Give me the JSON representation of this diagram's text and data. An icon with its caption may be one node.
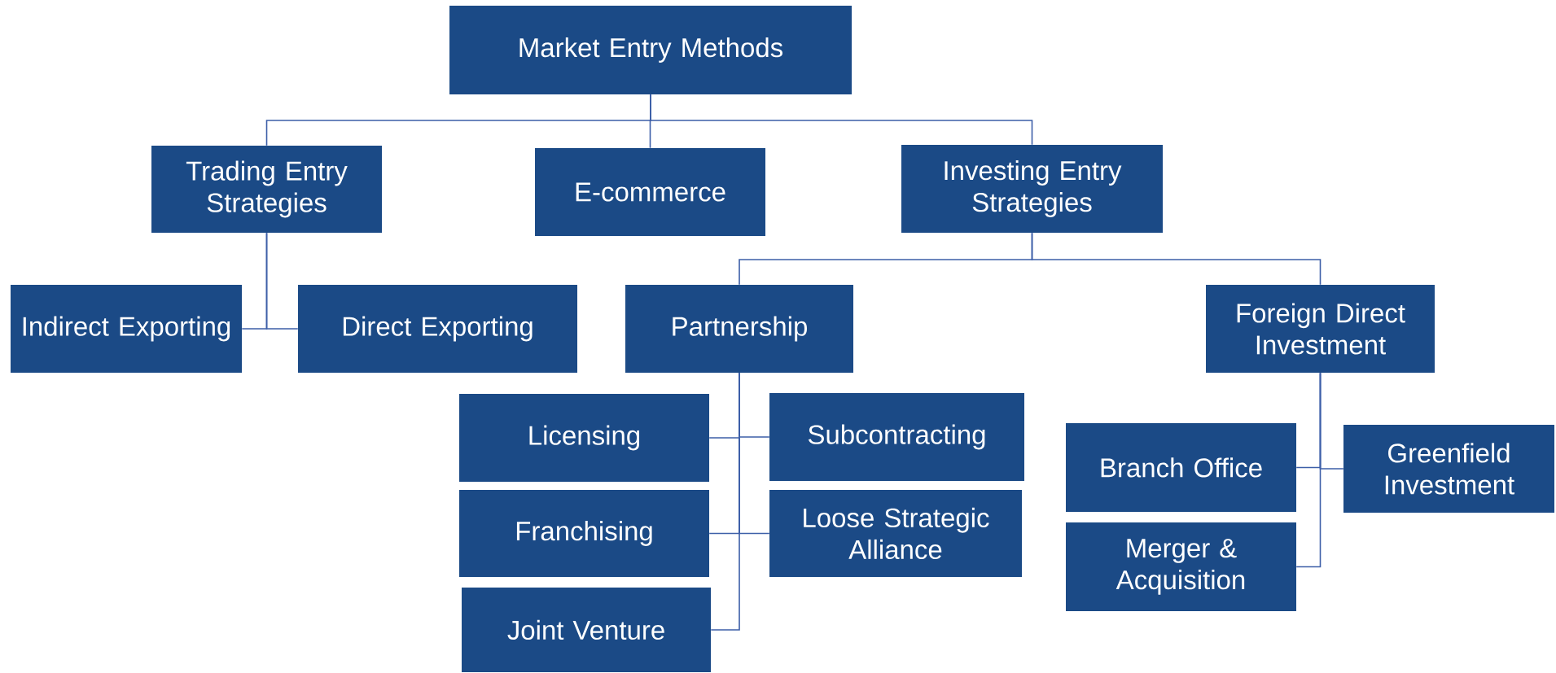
{
  "diagram": {
    "nodes": [
      {
        "text": [
          "Market Entry Methods"
        ]
      },
      {
        "text": [
          "Trading Entry Strategies"
        ]
      },
      {
        "text": [
          "E-commerce"
        ]
      },
      {
        "text": [
          "Investing Entry Strategies"
        ]
      },
      {
        "text": [
          "Indirect Exporting"
        ]
      },
      {
        "text": [
          "Direct Exporting"
        ]
      },
      {
        "text": [
          "Partnership"
        ]
      },
      {
        "text": [
          "Foreign Direct Investment"
        ]
      },
      {
        "text": [
          "Licensing"
        ]
      },
      {
        "text": [
          "Subcontracting"
        ]
      },
      {
        "text": [
          "Franchising"
        ]
      },
      {
        "text": [
          "Loose Strategic Alliance"
        ]
      },
      {
        "text": [
          "Joint Venture"
        ]
      },
      {
        "text": [
          "Branch Office"
        ]
      },
      {
        "text": [
          "Greenfield Investment"
        ]
      },
      {
        "text": [
          "Merger & Acquisition"
        ]
      }
    ],
    "edges": [
      {
        "from": 0,
        "to": 1,
        "arrow": "none"
      },
      {
        "from": 0,
        "to": 2,
        "arrow": "none"
      },
      {
        "from": 0,
        "to": 3,
        "arrow": "none"
      },
      {
        "from": 1,
        "to": 4,
        "arrow": "none"
      },
      {
        "from": 1,
        "to": 5,
        "arrow": "none"
      },
      {
        "from": 3,
        "to": 6,
        "arrow": "none"
      },
      {
        "from": 3,
        "to": 7,
        "arrow": "none"
      },
      {
        "from": 6,
        "to": 8,
        "arrow": "none"
      },
      {
        "from": 6,
        "to": 9,
        "arrow": "none"
      },
      {
        "from": 6,
        "to": 10,
        "arrow": "none"
      },
      {
        "from": 6,
        "to": 11,
        "arrow": "none"
      },
      {
        "from": 6,
        "to": 12,
        "arrow": "none"
      },
      {
        "from": 7,
        "to": 13,
        "arrow": "none"
      },
      {
        "from": 7,
        "to": 14,
        "arrow": "none"
      },
      {
        "from": 7,
        "to": 15,
        "arrow": "none"
      }
    ]
  }
}
